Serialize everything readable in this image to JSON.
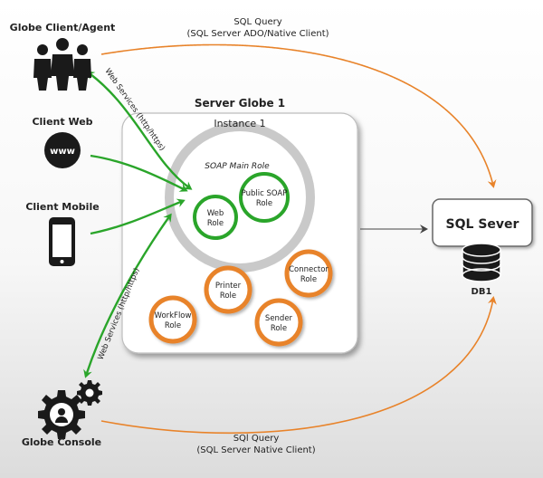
{
  "nodes": {
    "globe_client_agent": "Globe Client/Agent",
    "client_web": "Client Web",
    "client_mobile": "Client Mobile",
    "globe_console": "Globe Console",
    "server_globe": "Server Globe 1",
    "instance": "Instance 1",
    "soap_main_role": "SOAP Main Role",
    "web_role": [
      "Web",
      "Role"
    ],
    "public_soap_role": [
      "Public SOAP",
      "Role"
    ],
    "printer_role": [
      "Printer",
      "Role"
    ],
    "connector_role": [
      "Connector",
      "Role"
    ],
    "workflow_role": [
      "WorkFlow",
      "Role"
    ],
    "sender_role": [
      "Sender",
      "Role"
    ],
    "sql_server": "SQL Sever",
    "db": "DB1",
    "www": "www"
  },
  "edges": {
    "top_query": [
      "SQL Query",
      "(SQL Server ADO/Native Client)"
    ],
    "bottom_query": [
      "SQl Query",
      "(SQL Server Native Client)"
    ],
    "web_services_top": "Web Services (http/https)",
    "web_services_bottom": "Web Services (http/https)"
  },
  "colors": {
    "orange": "#e8832a",
    "green": "#2aa52a",
    "ring": "#c9c9c9",
    "dark": "#1a1a1a"
  }
}
